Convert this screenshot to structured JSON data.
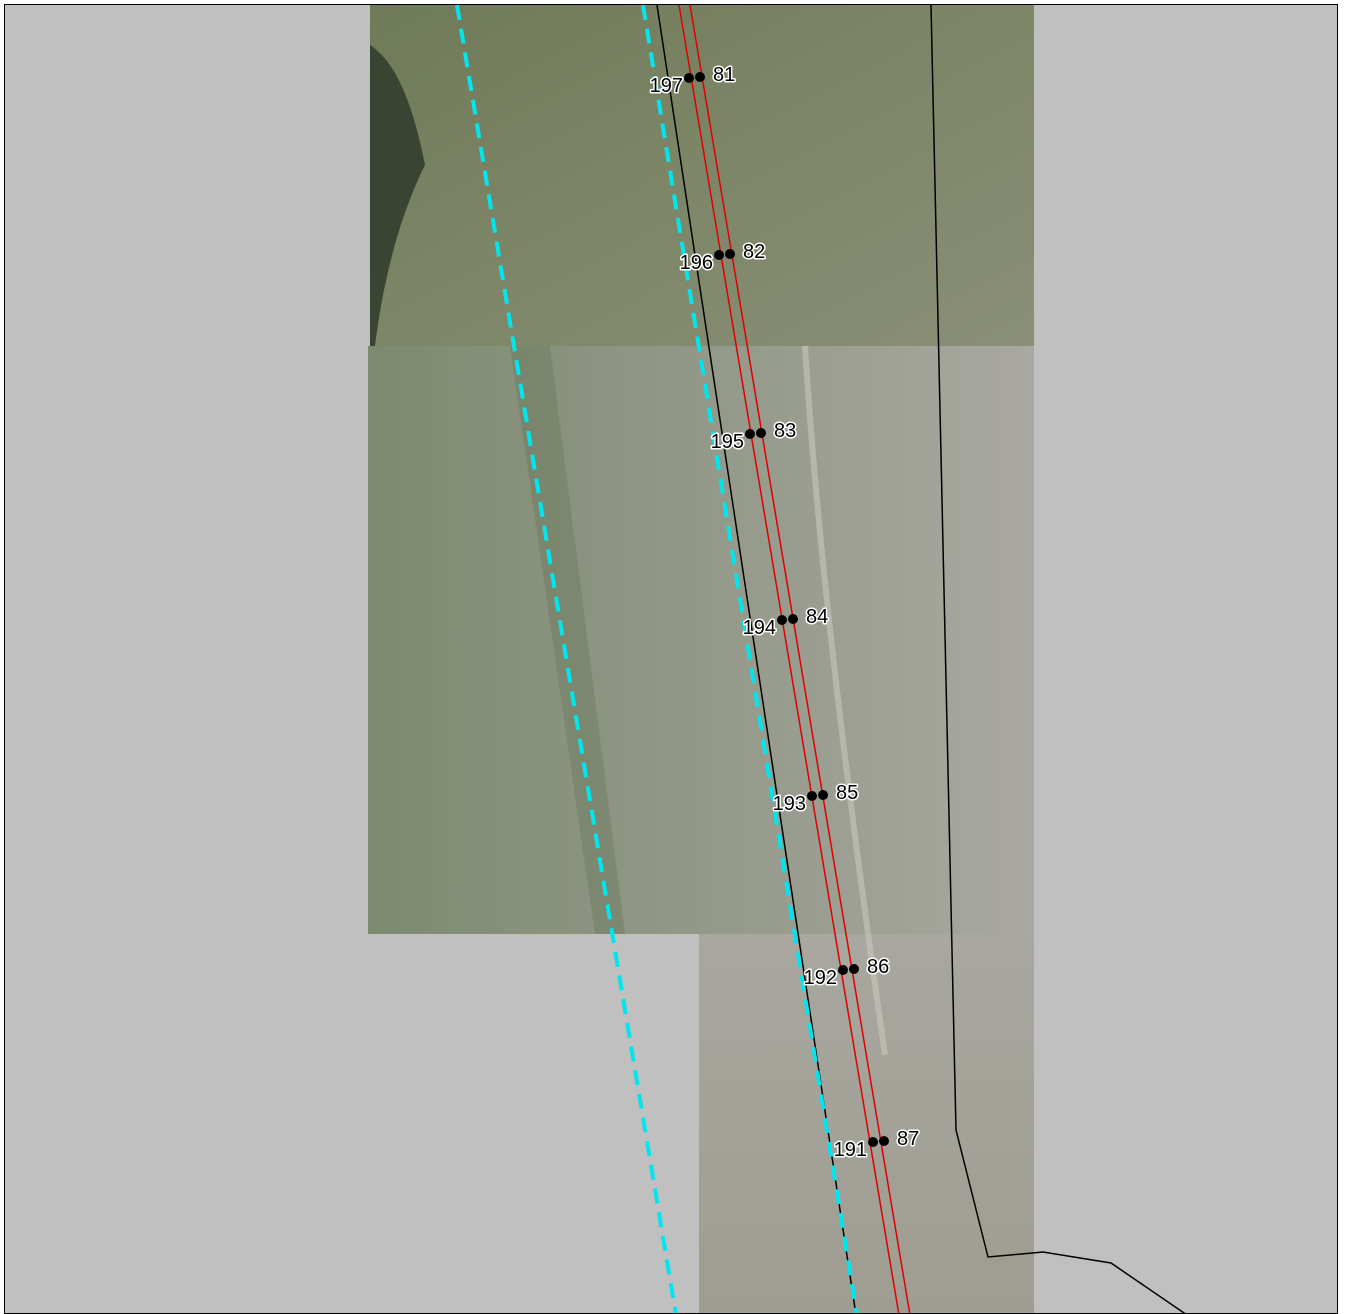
{
  "map": {
    "colors": {
      "background": "#c0c0c0",
      "centerline": "#e00000",
      "boundary": "#000000",
      "dashed": "#00e5ee",
      "point": "#000000"
    },
    "points_right": [
      {
        "label": "81"
      },
      {
        "label": "82"
      },
      {
        "label": "83"
      },
      {
        "label": "84"
      },
      {
        "label": "85"
      },
      {
        "label": "86"
      },
      {
        "label": "87"
      }
    ],
    "points_left": [
      {
        "label": "197"
      },
      {
        "label": "196"
      },
      {
        "label": "195"
      },
      {
        "label": "194"
      },
      {
        "label": "193"
      },
      {
        "label": "192"
      },
      {
        "label": "191"
      }
    ]
  }
}
